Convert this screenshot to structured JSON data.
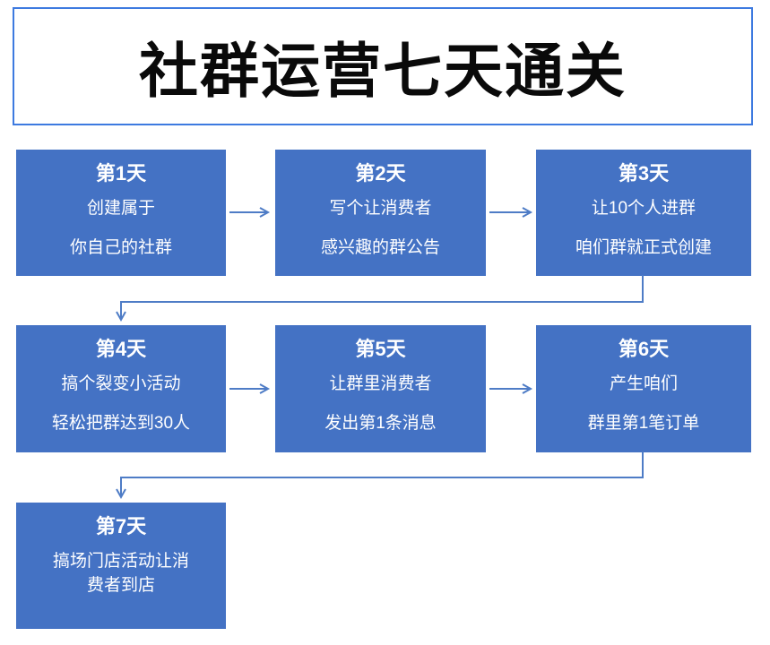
{
  "title": "社群运营七天通关",
  "colors": {
    "box_fill": "#4472C4",
    "arrow_color": "#4E7CC6",
    "title_border": "#3D7AE0",
    "box_text": "#FFFFFF",
    "title_text": "#0A0A0A",
    "page_bg": "#FFFFFF"
  },
  "days": [
    {
      "heading": "第1天",
      "lines": [
        "创建属于",
        "你自己的社群"
      ]
    },
    {
      "heading": "第2天",
      "lines": [
        "写个让消费者",
        "感兴趣的群公告"
      ]
    },
    {
      "heading": "第3天",
      "lines": [
        "让10个人进群",
        "咱们群就正式创建"
      ]
    },
    {
      "heading": "第4天",
      "lines": [
        "搞个裂变小活动",
        "轻松把群达到30人"
      ]
    },
    {
      "heading": "第5天",
      "lines": [
        "让群里消费者",
        "发出第1条消息"
      ]
    },
    {
      "heading": "第6天",
      "lines": [
        "产生咱们",
        "群里第1笔订单"
      ]
    },
    {
      "heading": "第7天",
      "lines": [
        "搞场门店活动让消",
        "费者到店"
      ]
    }
  ]
}
